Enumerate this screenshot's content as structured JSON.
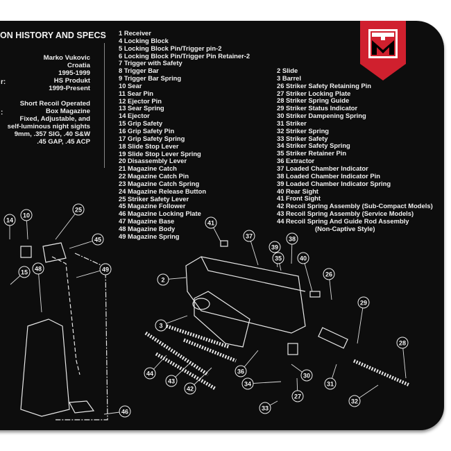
{
  "header": {
    "title": "ON HISTORY AND SPECS"
  },
  "specs": {
    "history": [
      "Marko Vukovic",
      "Croatia",
      "1995-1999",
      "HS Produkt",
      "1999-Present"
    ],
    "specs": [
      "Short Recoil Operated",
      "Box Magazine",
      "Fixed, Adjustable, and",
      "self-luminous night sights",
      "9mm, .357 SIG, .40 S&W",
      ".45 GAP, .45 ACP"
    ],
    "colon_marks": [
      "r:",
      ":"
    ]
  },
  "parts_list_left": [
    "1 Receiver",
    "4 Locking Block",
    "5 Locking Block Pin/Trigger pin-2",
    "6 Locking Block Pin/Trigger Pin Retainer-2",
    "7 Trigger with Safety",
    "8 Trigger Bar",
    "9 Trigger Bar Spring",
    "10 Sear",
    "11 Sear Pin",
    "12 Ejector Pin",
    "13 Sear Spring",
    "14 Ejector",
    "15 Grip Safety",
    "16 Grip Safety Pin",
    "17 Grip Safety Spring",
    "18 Slide Stop Lever",
    "19 Slide Stop Lever Spring",
    "20 Disassembly Lever",
    "21 Magazine Catch",
    "22 Magazine Catch Pin",
    "23 Magazine Catch Spring",
    "24 Magazine Release Button",
    "25 Striker Safety Lever",
    "45 Magazine Follower",
    "46 Magazine Locking Plate",
    "47 Magazine Base",
    "48 Magazine Body",
    "49 Magazine Spring"
  ],
  "parts_list_right": [
    "2 Slide",
    "3 Barrel",
    "26 Striker Safety Retaining Pin",
    "27 Striker Locking Plate",
    "28 Striker Spring Guide",
    "29 Striker Status Indicator",
    "30 Striker Dampening Spring",
    "31 Striker",
    "32 Striker Spring",
    "33 Striker Safety",
    "34 Striker Safety Spring",
    "35 Striker Retainer Pin",
    "36 Extractor",
    "37 Loaded Chamber Indicator",
    "38 Loaded Chamber Indicator Pin",
    "39 Loaded Chamber Indicator Spring",
    "40 Rear Sight",
    "41 Front Sight",
    "42 Recoil Spring Assembly (Sub-Compact Models)",
    "43 Recoil Spring Assembly (Service Models)",
    "44 Recoil Spring And Guide Rod Assembly",
    "(Non-Captive Style)"
  ],
  "callouts": [
    "14",
    "10",
    "25",
    "45",
    "15",
    "48",
    "49",
    "46",
    "41",
    "37",
    "39",
    "38",
    "35",
    "40",
    "2",
    "26",
    "3",
    "29",
    "28",
    "36",
    "44",
    "43",
    "42",
    "34",
    "30",
    "27",
    "31",
    "33",
    "32"
  ],
  "logo": {
    "text": "TM",
    "colors": {
      "banner": "#d0202e",
      "mark": "#000000",
      "box": "#ffffff"
    }
  }
}
